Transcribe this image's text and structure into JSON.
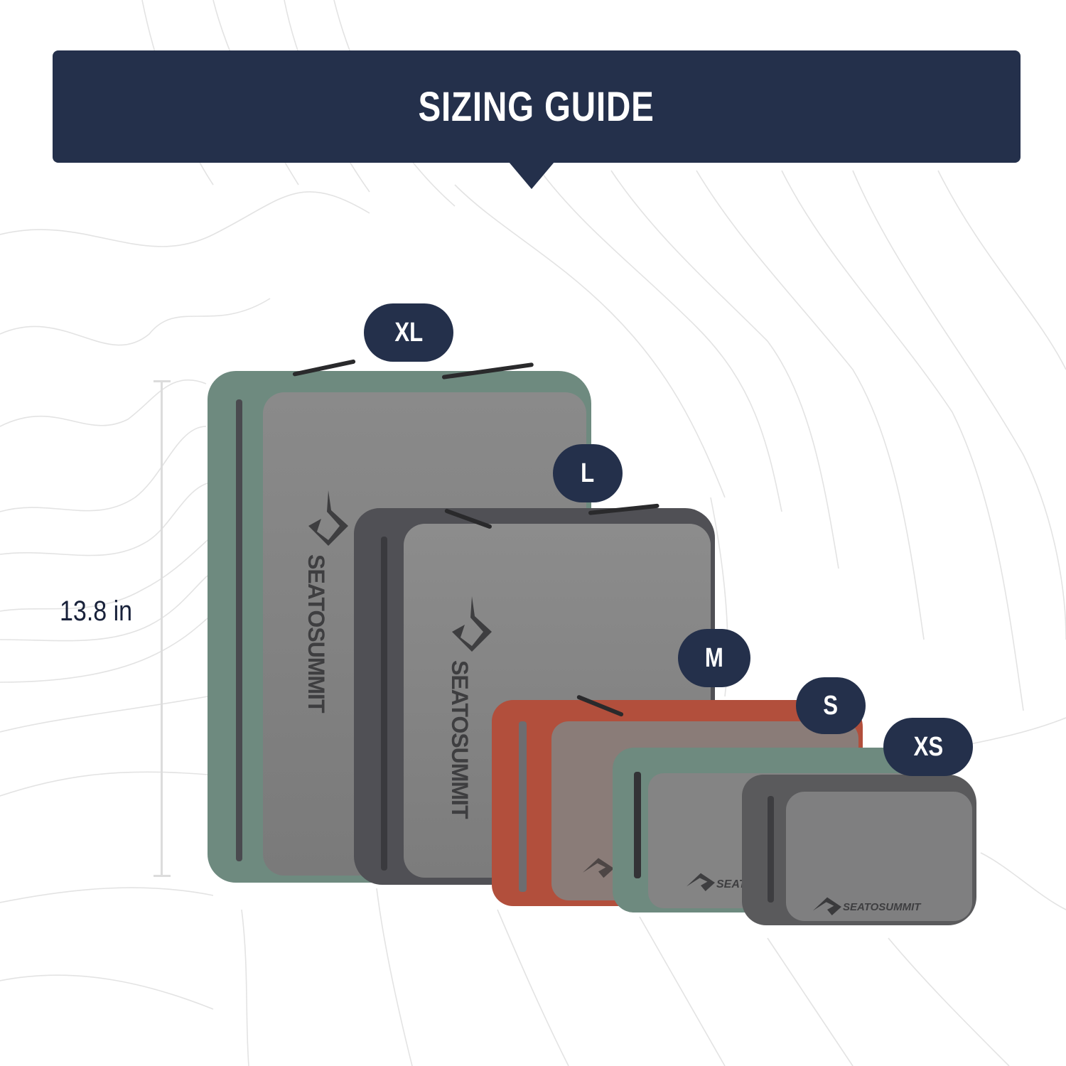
{
  "banner": {
    "title": "SIZING GUIDE",
    "background_color": "#24304b",
    "text_color": "#ffffff"
  },
  "measurement": {
    "label": "13.8 in",
    "applies_to": "XL"
  },
  "brand": {
    "logo_text": "SEATOSUMMIT"
  },
  "sizes": [
    {
      "label": "XL",
      "bag_color": "#6e8a7f"
    },
    {
      "label": "L",
      "bag_color": "#505055"
    },
    {
      "label": "M",
      "bag_color": "#b24f3c"
    },
    {
      "label": "S",
      "bag_color": "#6e8a7f"
    },
    {
      "label": "XS",
      "bag_color": "#5a5a5c"
    }
  ],
  "colors": {
    "navy": "#24304b",
    "topo_line": "#e3e3e3",
    "measure_line": "#dcdcdc"
  }
}
